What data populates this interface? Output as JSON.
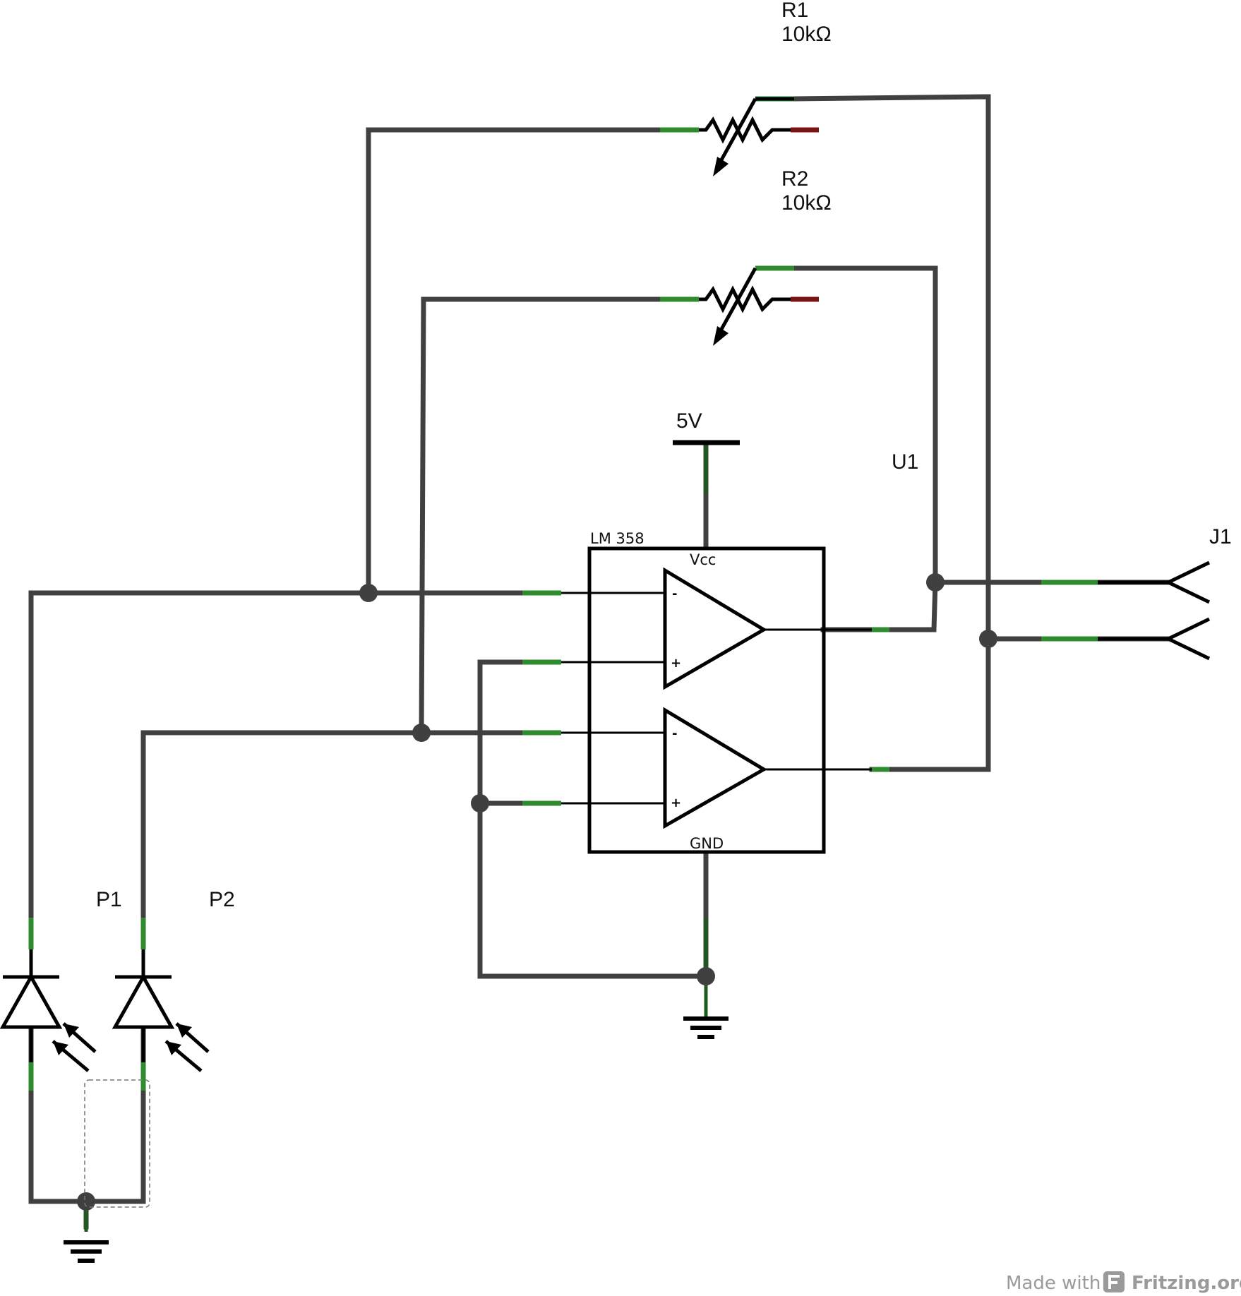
{
  "labels": {
    "r1_name": "R1",
    "r1_value": "10kΩ",
    "r2_name": "R2",
    "r2_value": "10kΩ",
    "supply": "5V",
    "u1_name": "U1",
    "ic_part": "LM 358",
    "vcc_pin": "Vcc",
    "gnd_pin": "GND",
    "j1_name": "J1",
    "p1_name": "P1",
    "p2_name": "P2",
    "opamp_minus": "-",
    "opamp_plus": "+"
  },
  "icons": [
    "potentiometer-icon",
    "photodiode-icon",
    "opamp-icon",
    "ground-icon",
    "supply-bar-icon",
    "connector-icon",
    "fritzing-logo-icon"
  ],
  "colors": {
    "wire": "#404040",
    "symbol": "#000000",
    "pin": "#2e8b2e",
    "pin_unconnected": "#7a1515"
  },
  "credit": {
    "prefix": "Made with",
    "brand": "Fritzing.org"
  }
}
